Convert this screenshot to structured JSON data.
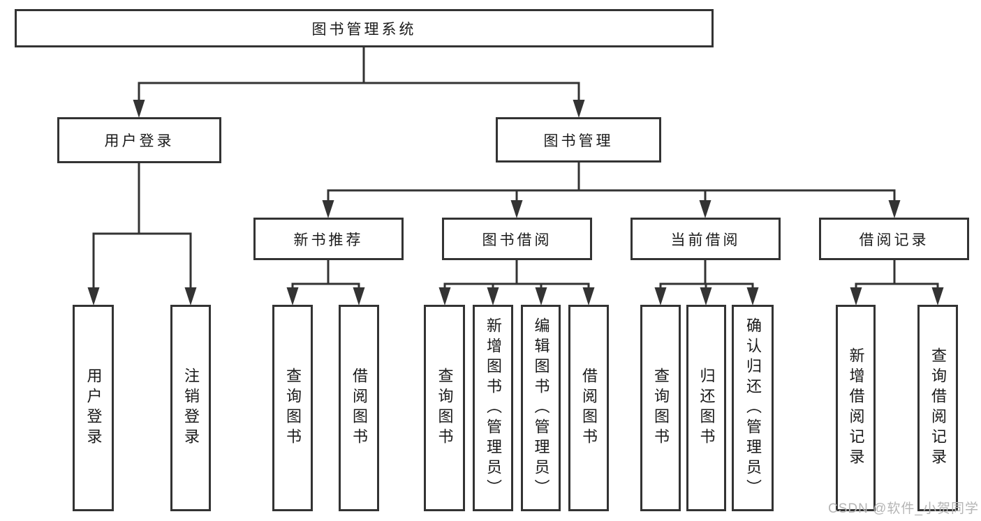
{
  "tree": {
    "label": "图书管理系统",
    "children": [
      {
        "label": "用户登录",
        "children": [
          {
            "label": "用户登录"
          },
          {
            "label": "注销登录"
          }
        ]
      },
      {
        "label": "图书管理",
        "children": [
          {
            "label": "新书推荐",
            "children": [
              {
                "label": "查询图书"
              },
              {
                "label": "借阅图书"
              }
            ]
          },
          {
            "label": "图书借阅",
            "children": [
              {
                "label": "查询图书"
              },
              {
                "label": "新增图书（管理员）"
              },
              {
                "label": "编辑图书（管理员）"
              },
              {
                "label": "借阅图书"
              }
            ]
          },
          {
            "label": "当前借阅",
            "children": [
              {
                "label": "查询图书"
              },
              {
                "label": "归还图书"
              },
              {
                "label": "确认归还（管理员）"
              }
            ]
          },
          {
            "label": "借阅记录",
            "children": [
              {
                "label": "新增借阅记录"
              },
              {
                "label": "查询借阅记录"
              }
            ]
          }
        ]
      }
    ]
  },
  "watermark": {
    "text": "CSDN @软件_小贺同学"
  },
  "colors": {
    "line": "#333333",
    "box_border": "#333333",
    "text": "#1a1a1a",
    "watermark_text": "#b5b5b5",
    "background": "#ffffff"
  }
}
